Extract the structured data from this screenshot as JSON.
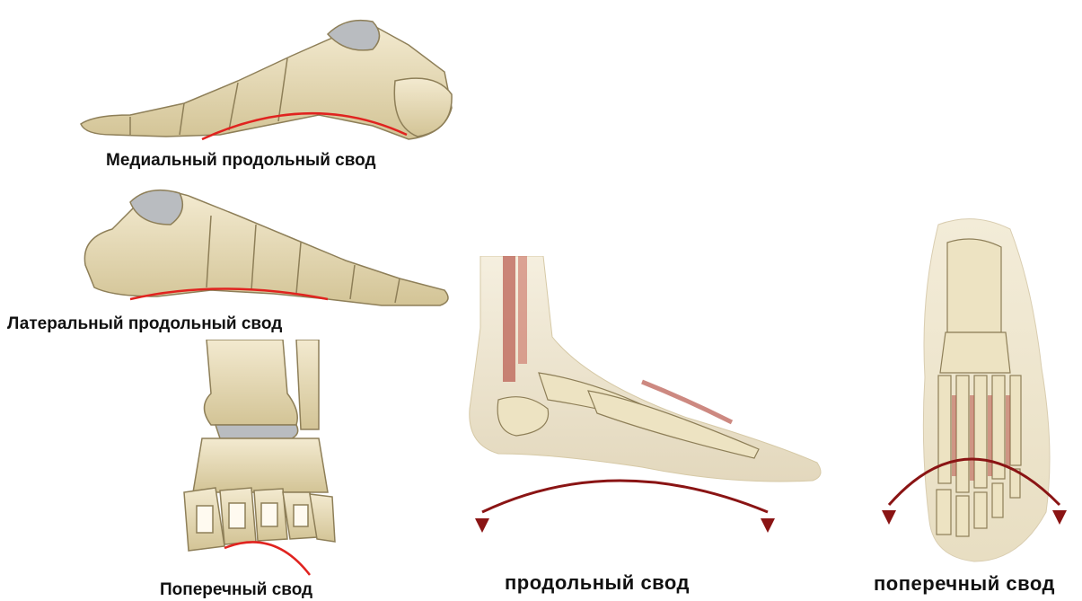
{
  "captions": {
    "medial_arch": "Медиальный продольный свод",
    "lateral_arch": "Латеральный продольный свод",
    "transverse_arch": "Поперечный свод",
    "longitudinal_arch": "продольный свод",
    "transverse_arch_lower": "поперечный свод"
  },
  "colors": {
    "bone": "#ede3c2",
    "bone_shadow": "#c9b98c",
    "bone_outline": "#8e7f58",
    "cartilage": "#b9bcc0",
    "arch_line_red": "#e0231f",
    "arrow_darkred": "#8a1414",
    "muscle": "#b8574c",
    "skin": "#efe7d2"
  },
  "icons": {
    "medial_view": "foot-skeleton-medial",
    "lateral_view": "foot-skeleton-lateral",
    "front_view": "foot-skeleton-anterior",
    "side_view": "foot-anatomy-side",
    "top_view": "foot-anatomy-top",
    "arrow": "curved-double-arrow"
  }
}
